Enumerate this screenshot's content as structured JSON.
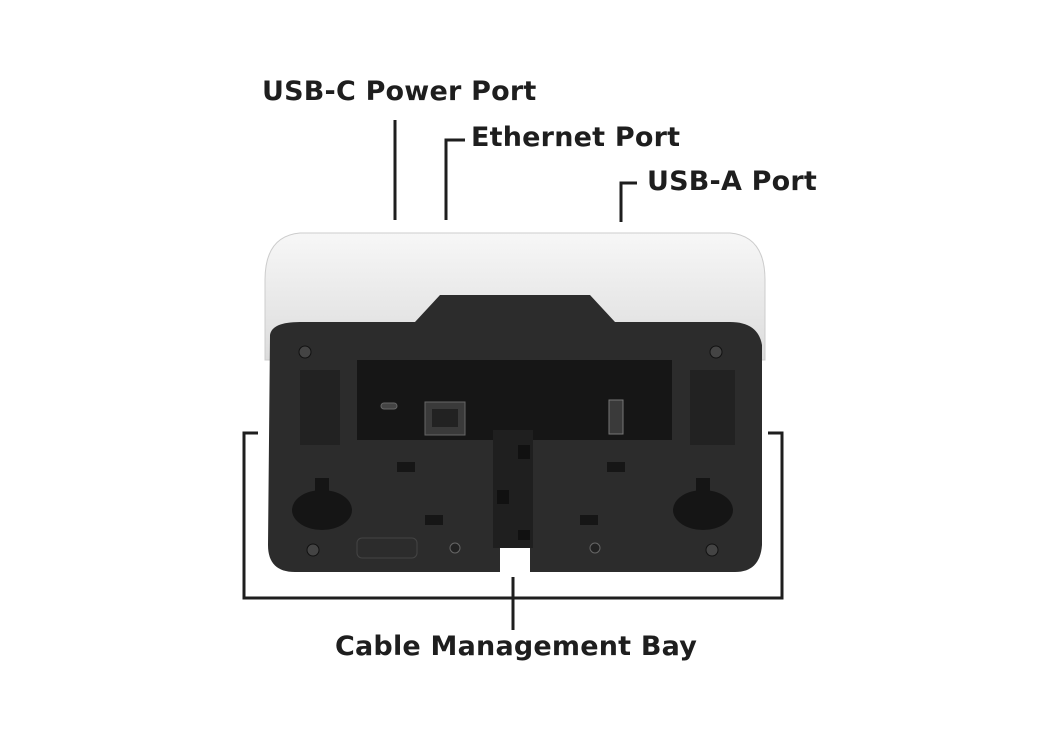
{
  "labels": {
    "usb_c": "USB-C Power Port",
    "ethernet": "Ethernet Port",
    "usb_a": "USB-A Port",
    "cable_bay": "Cable Management Bay"
  },
  "colors": {
    "text": "#1e1e1e",
    "device_body": "#2b2b2b",
    "device_shell": "#f2f2f2"
  }
}
